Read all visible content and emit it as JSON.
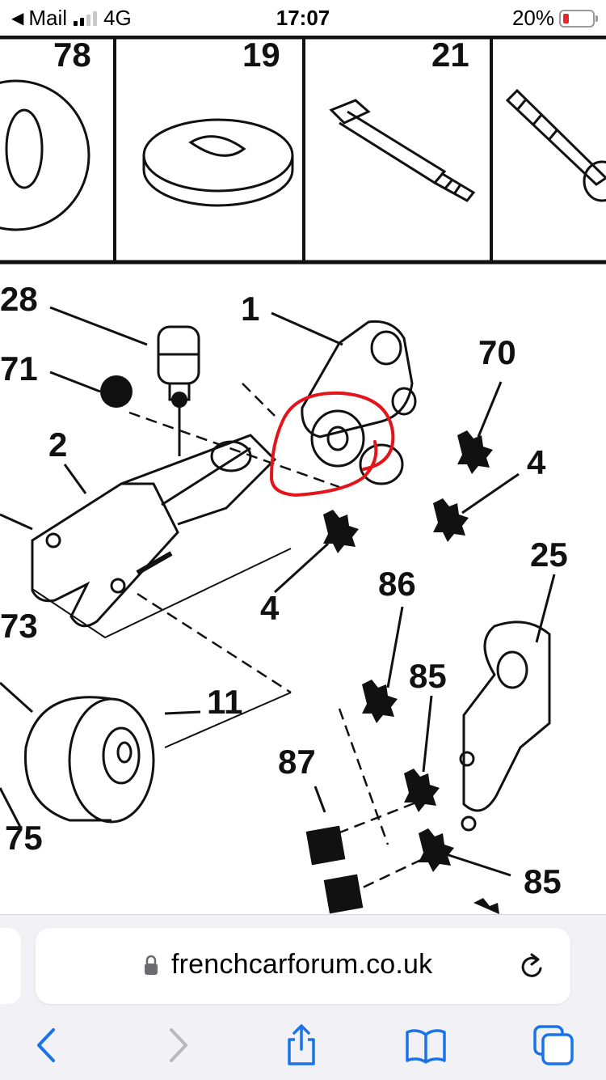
{
  "status_bar": {
    "back_app": "Mail",
    "network": "4G",
    "time": "17:07",
    "battery_percent": "20%",
    "battery_level": 0.2,
    "battery_color": "#e8252a"
  },
  "diagram": {
    "labels": {
      "p78": "78",
      "p19": "19",
      "p21": "21",
      "p28": "28",
      "p1": "1",
      "p70": "70",
      "p71": "71",
      "p2": "2",
      "p4a": "4",
      "p4b": "4",
      "p25": "25",
      "p86": "86",
      "p85a": "85",
      "p73": "73",
      "p11": "11",
      "p87": "87",
      "p75": "75",
      "p85b": "85"
    },
    "annotation_color": "#e4141b"
  },
  "browser": {
    "url": "frenchcarforum.co.uk",
    "icons": {
      "lock": "lock-icon",
      "reload": "reload-icon",
      "back": "chevron-left-icon",
      "forward": "chevron-right-icon",
      "share": "share-icon",
      "bookmarks": "book-icon",
      "tabs": "tabs-icon"
    },
    "accent": "#1a73e8",
    "disabled": "#b8b8bd"
  }
}
